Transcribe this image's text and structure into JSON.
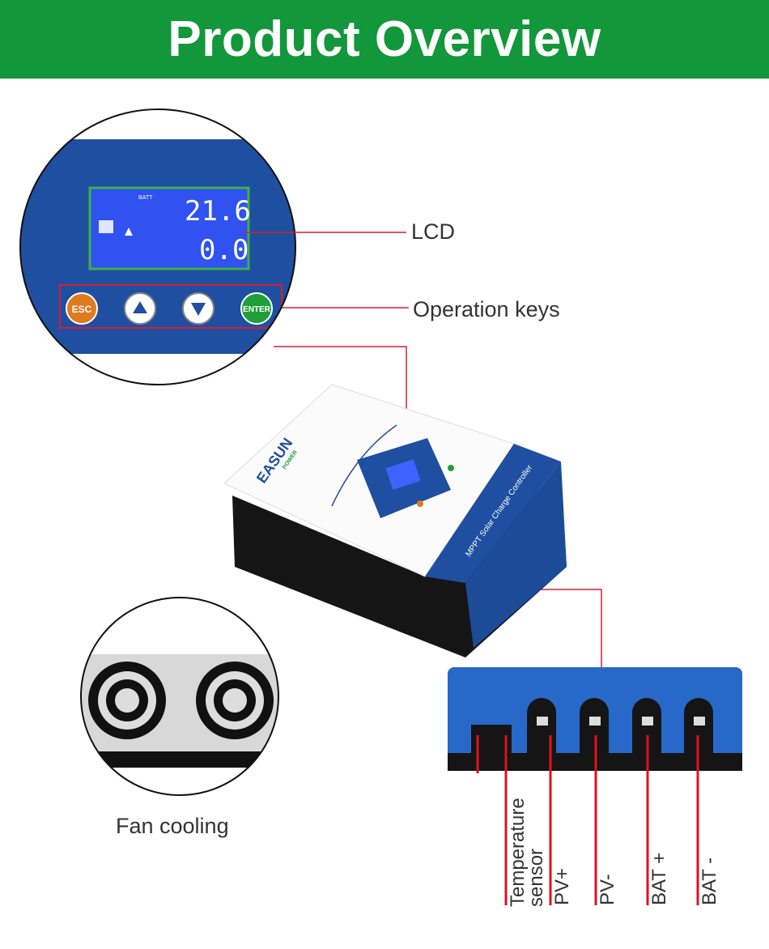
{
  "header": {
    "title": "Product Overview",
    "background": "#12973b"
  },
  "callouts": {
    "lcd": "LCD",
    "operation_keys": "Operation keys",
    "fan_cooling": "Fan cooling"
  },
  "lcd_display": {
    "top_value": "21.6",
    "bottom_value": "0.0",
    "indicator": "BATT"
  },
  "keys": [
    "ESC",
    "up",
    "down",
    "ENTER"
  ],
  "device": {
    "brand": "EASUN",
    "brand_sub": "POWER",
    "side_label": "MPPT Solar Charge Controller"
  },
  "terminals": [
    "Temperature sensor",
    "PV+",
    "PV-",
    "BAT +",
    "BAT -"
  ],
  "colors": {
    "leader_line": "#d32030",
    "panel_blue": "#1f4fa0",
    "lcd_blue": "#2f52f0",
    "esc": "#e07a1f",
    "enter": "#1f9e3a"
  }
}
